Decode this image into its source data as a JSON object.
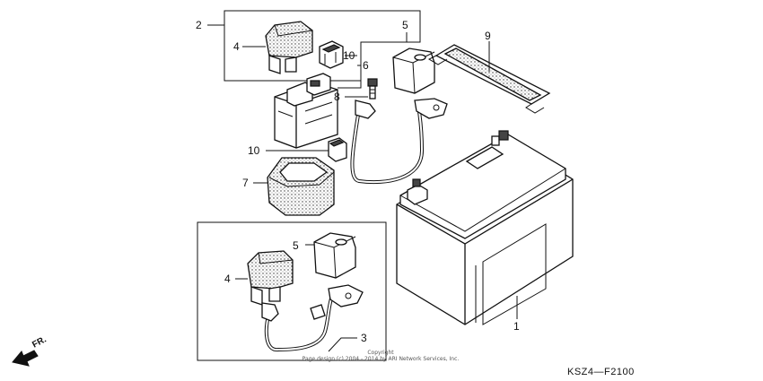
{
  "diagram": {
    "callouts": {
      "c1": "1",
      "c2": "2",
      "c3": "3",
      "c4_top": "4",
      "c4_bottom": "4",
      "c5_top": "5",
      "c5_bottom": "5",
      "c6": "6",
      "c7": "7",
      "c8": "8",
      "c9": "9",
      "c10_top": "10",
      "c10_mid": "10"
    },
    "front_arrow": "FR.",
    "diagram_code": "KSZ4—F2100",
    "copyright": {
      "line1": "Copyright",
      "line2": "Page design (c) 2004 - 2014 by ARI Network Services, Inc."
    }
  }
}
